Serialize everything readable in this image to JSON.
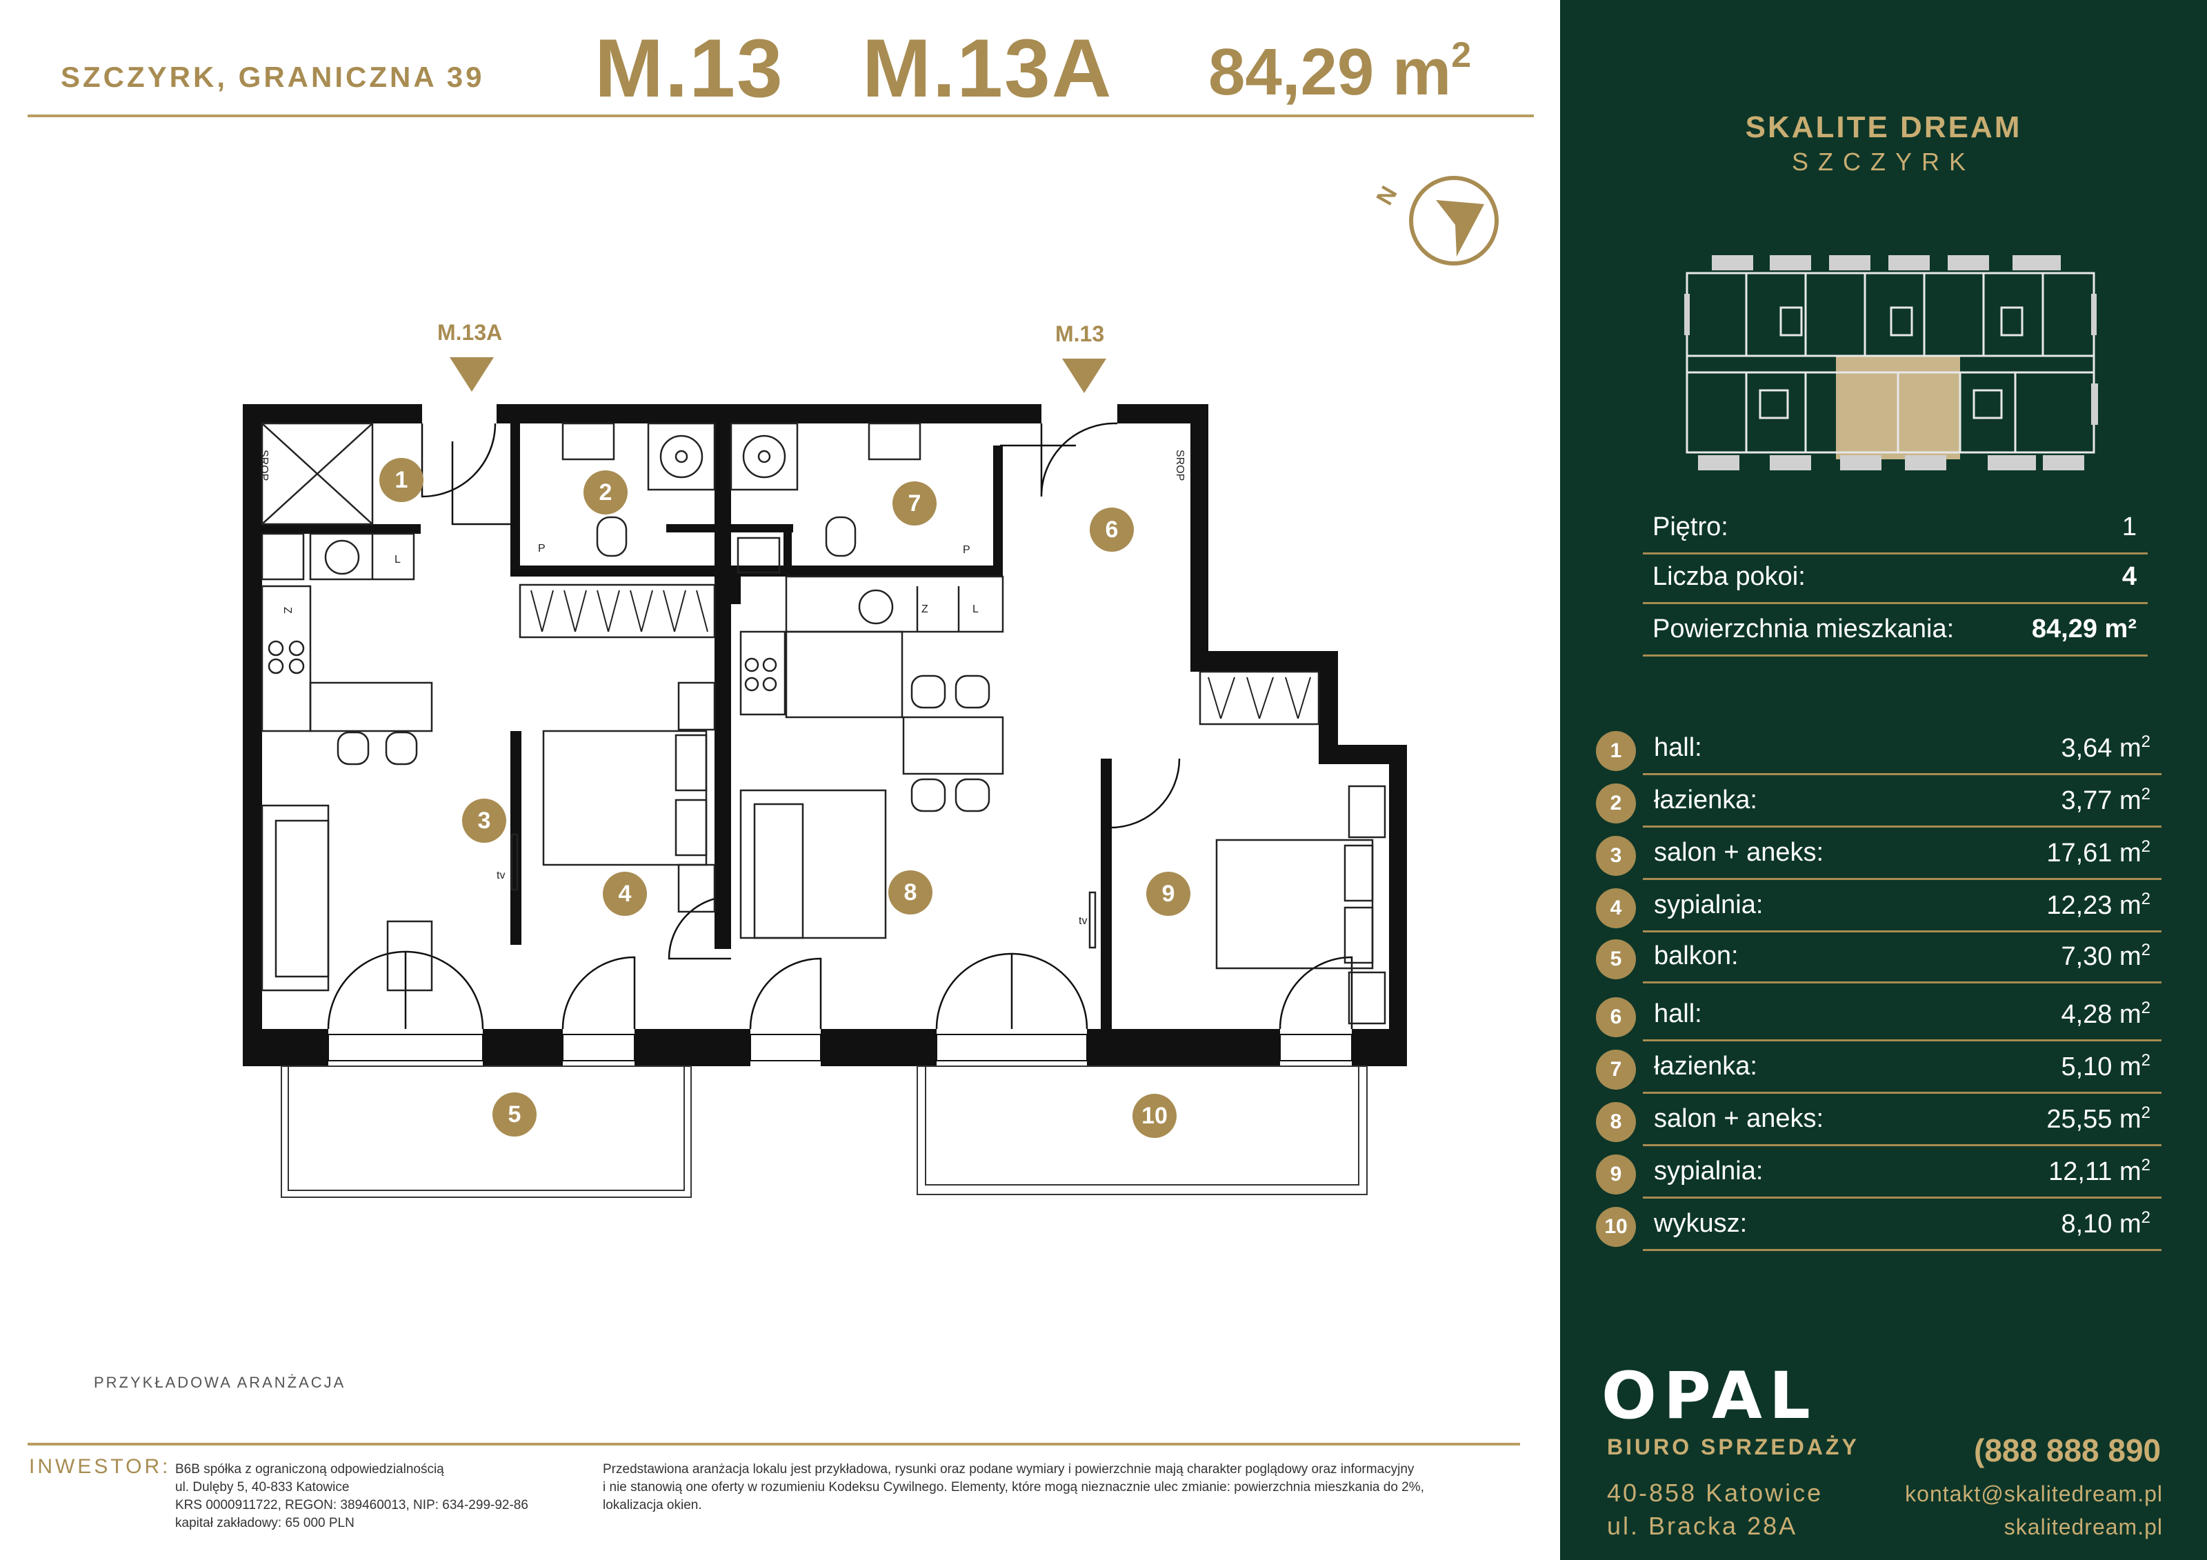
{
  "header": {
    "address": "SZCZYRK, GRANICZNA 39",
    "unit_1": "M.13",
    "unit_2": "M.13A",
    "area_value": "84,29 m",
    "area_sup": "2"
  },
  "plan": {
    "entry_a": "M.13A",
    "entry_b": "M.13",
    "room_numbers": [
      "1",
      "2",
      "3",
      "4",
      "5",
      "6",
      "7",
      "8",
      "9",
      "10"
    ],
    "note": "PRZYKŁADOWA ARANŻACJA",
    "labels": {
      "srop": "SROP",
      "tv": "tv",
      "p": "P",
      "l": "L",
      "z": "Z"
    }
  },
  "panel": {
    "brand_title": "SKALITE DREAM",
    "brand_subtitle": "SZCZYRK",
    "info": [
      {
        "label": "Piętro:",
        "value": "1"
      },
      {
        "label": "Liczba pokoi:",
        "value": "4"
      },
      {
        "label": "Powierzchnia mieszkania:",
        "value": "84,29 m²"
      }
    ],
    "rooms": [
      {
        "num": "1",
        "name": "hall:",
        "area": "3,64 m"
      },
      {
        "num": "2",
        "name": "łazienka:",
        "area": "3,77 m"
      },
      {
        "num": "3",
        "name": "salon + aneks:",
        "area": "17,61 m"
      },
      {
        "num": "4",
        "name": "sypialnia:",
        "area": "12,23 m"
      },
      {
        "num": "5",
        "name": "balkon:",
        "area": "7,30 m"
      },
      {
        "num": "6",
        "name": "hall:",
        "area": "4,28 m"
      },
      {
        "num": "7",
        "name": "łazienka:",
        "area": "5,10 m"
      },
      {
        "num": "8",
        "name": "salon + aneks:",
        "area": "25,55 m"
      },
      {
        "num": "9",
        "name": "sypialnia:",
        "area": "12,11 m"
      },
      {
        "num": "10",
        "name": "wykusz:",
        "area": "8,10  m"
      }
    ],
    "unit_sup": "2",
    "logo": "OPAL",
    "office": "BIURO SPRZEDAŻY",
    "phone": "888 888 890",
    "city": "40-858 Katowice",
    "street": "ul. Bracka 28A",
    "email": "kontakt@skalitedream.pl",
    "web": "skalitedream.pl"
  },
  "footer": {
    "investor_label": "INWESTOR:",
    "investor_lines": [
      "B6B spółka z ograniczoną odpowiedzialnością",
      "ul. Dulęby 5, 40-833 Katowice",
      "KRS 0000911722, REGON: 389460013, NIP: 634-299-92-86",
      "kapitał zakładowy: 65 000 PLN"
    ],
    "disclaimer_lines": [
      "Przedstawiona aranżacja lokalu jest przykładowa, rysunki oraz podane wymiary i powierzchnie mają charakter poglądowy oraz informacyjny",
      "i nie stanowią one oferty w rozumieniu Kodeksu Cywilnego. Elementy, które mogą nieznacznie ulec zmianie: powierzchnia mieszkania do 2%,",
      "lokalizacja okien."
    ]
  },
  "colors": {
    "gold": "#a88c52",
    "panel_green": "#0d3628",
    "wall": "#111111",
    "highlight": "#c9b58a"
  }
}
